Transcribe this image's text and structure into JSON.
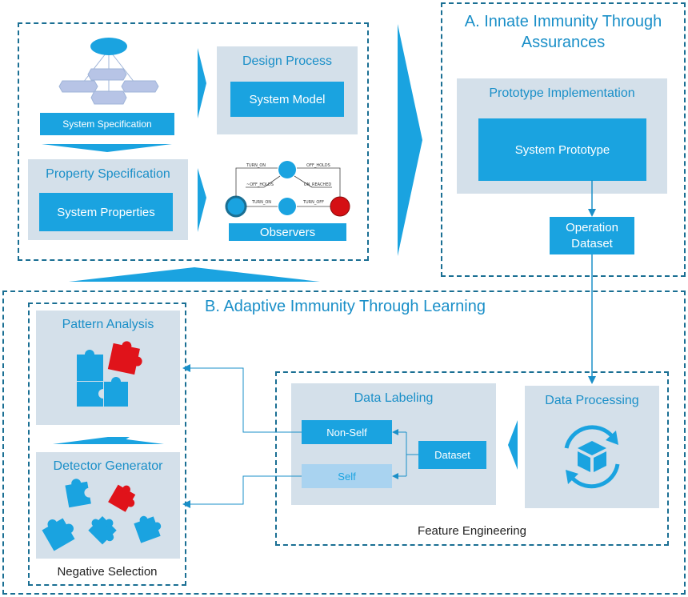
{
  "system_specification": "System Specification",
  "design_process": {
    "title": "Design Process",
    "box": "System Model"
  },
  "property_specification": {
    "title": "Property Specification",
    "box": "System Properties"
  },
  "observers": {
    "label": "Observers",
    "transitions": [
      "TURN_ON",
      "OFF_HOLDS",
      "~OFF_HOLDS",
      "ON_REACHED",
      "TURN_ON",
      "TURN_OFF"
    ]
  },
  "innate": {
    "title_line1": "A. Innate Immunity Through",
    "title_line2": "Assurances",
    "prototype_title": "Prototype Implementation",
    "prototype_box": "System Prototype",
    "dataset_line1": "Operation",
    "dataset_line2": "Dataset"
  },
  "adaptive": {
    "title": "B. Adaptive Immunity Through Learning",
    "pattern_analysis": "Pattern Analysis",
    "detector_generator": "Detector Generator",
    "negative_selection": "Negative Selection",
    "feature_engineering": "Feature Engineering",
    "data_labeling": "Data Labeling",
    "non_self": "Non-Self",
    "self": "Self",
    "dataset": "Dataset",
    "data_processing": "Data Processing"
  },
  "colors": {
    "primary": "#1aa3e0",
    "accent_red": "#e0131a",
    "panel": "#d4e0ea",
    "border": "#1a6f93"
  }
}
